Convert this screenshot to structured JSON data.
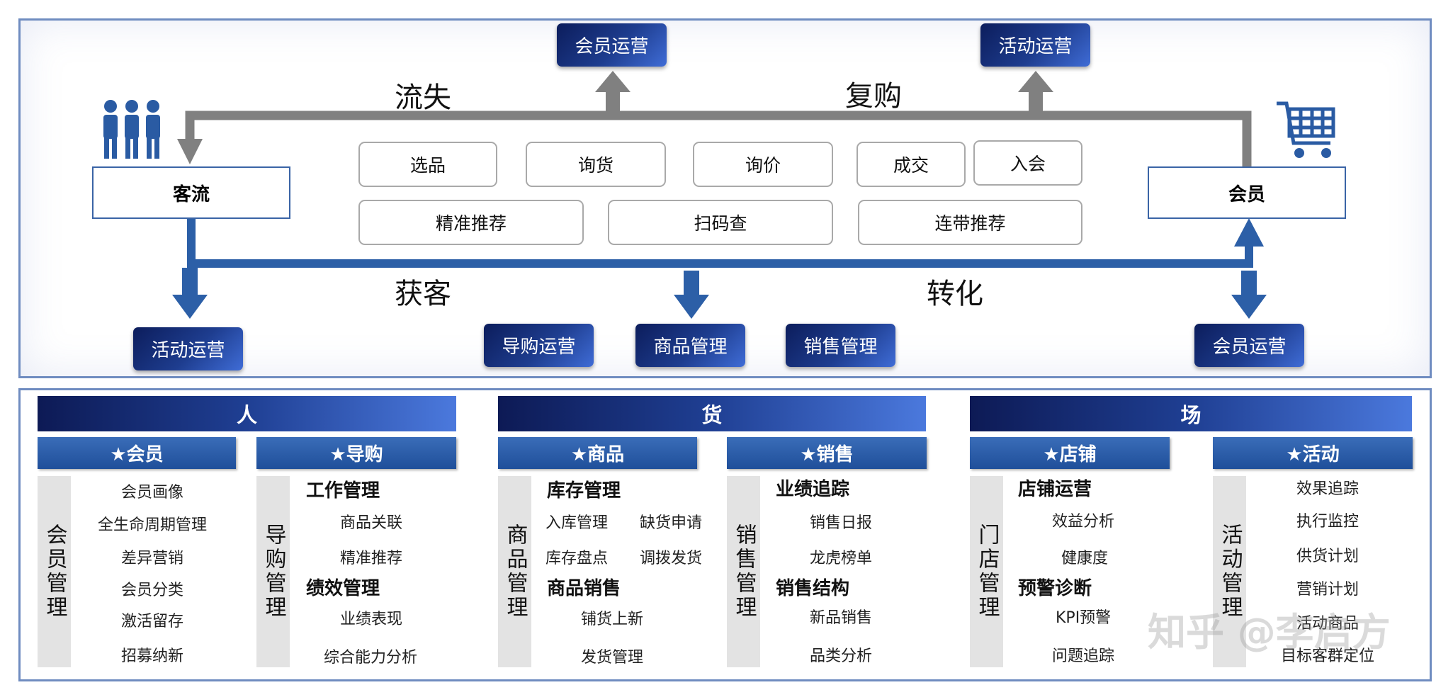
{
  "top": {
    "ops": {
      "member_op_top": "会员运营",
      "activity_op_top": "活动运营",
      "activity_op_bottom": "活动运营",
      "guide_op": "导购运营",
      "goods_mgmt": "商品管理",
      "sales_mgmt": "销售管理",
      "member_op_bottom": "会员运营"
    },
    "nodes": {
      "traffic": "客流",
      "member": "会员"
    },
    "labels": {
      "churn": "流失",
      "repurchase": "复购",
      "acquire": "获客",
      "convert": "转化"
    },
    "steps": {
      "select": "选品",
      "inquire_goods": "询货",
      "inquire_price": "询价",
      "deal": "成交",
      "join": "入会",
      "precise_rec": "精准推荐",
      "scan": "扫码查",
      "linked_rec": "连带推荐"
    },
    "colors": {
      "blue_line": "#2c5fa7",
      "gray_line": "#808080"
    },
    "icons": {
      "people": "people-icon",
      "cart": "shopping-cart-icon"
    }
  },
  "bottom": {
    "sections": [
      {
        "title": "人"
      },
      {
        "title": "货"
      },
      {
        "title": "场"
      }
    ],
    "panels": {
      "member": {
        "title": "★会员",
        "side": "会员管理",
        "items": [
          "会员画像",
          "全生命周期管理",
          "差异营销",
          "会员分类",
          "激活留存",
          "招募纳新"
        ]
      },
      "guide": {
        "title": "★导购",
        "side": "导购管理",
        "group1": "工作管理",
        "g1_items": [
          "商品关联",
          "精准推荐"
        ],
        "group2": "绩效管理",
        "g2_items": [
          "业绩表现",
          "综合能力分析"
        ]
      },
      "goods": {
        "title": "★商品",
        "side": "商品管理",
        "group1": "库存管理",
        "g1_items": [
          "入库管理",
          "缺货申请",
          "库存盘点",
          "调拨发货"
        ],
        "group2": "商品销售",
        "g2_items": [
          "铺货上新",
          "发货管理"
        ]
      },
      "sales": {
        "title": "★销售",
        "side": "销售管理",
        "group1": "业绩追踪",
        "g1_items": [
          "销售日报",
          "龙虎榜单"
        ],
        "group2": "销售结构",
        "g2_items": [
          "新品销售",
          "品类分析"
        ]
      },
      "store": {
        "title": "★店铺",
        "side": "门店管理",
        "group1": "店铺运营",
        "g1_items": [
          "效益分析",
          "健康度"
        ],
        "group2": "预警诊断",
        "g2_items": [
          "KPI预警",
          "问题追踪"
        ]
      },
      "activity": {
        "title": "★活动",
        "side": "活动管理",
        "items": [
          "效果追踪",
          "执行监控",
          "供货计划",
          "营销计划",
          "活动商品",
          "目标客群定位"
        ]
      }
    }
  },
  "watermark": "知乎 @李启方"
}
